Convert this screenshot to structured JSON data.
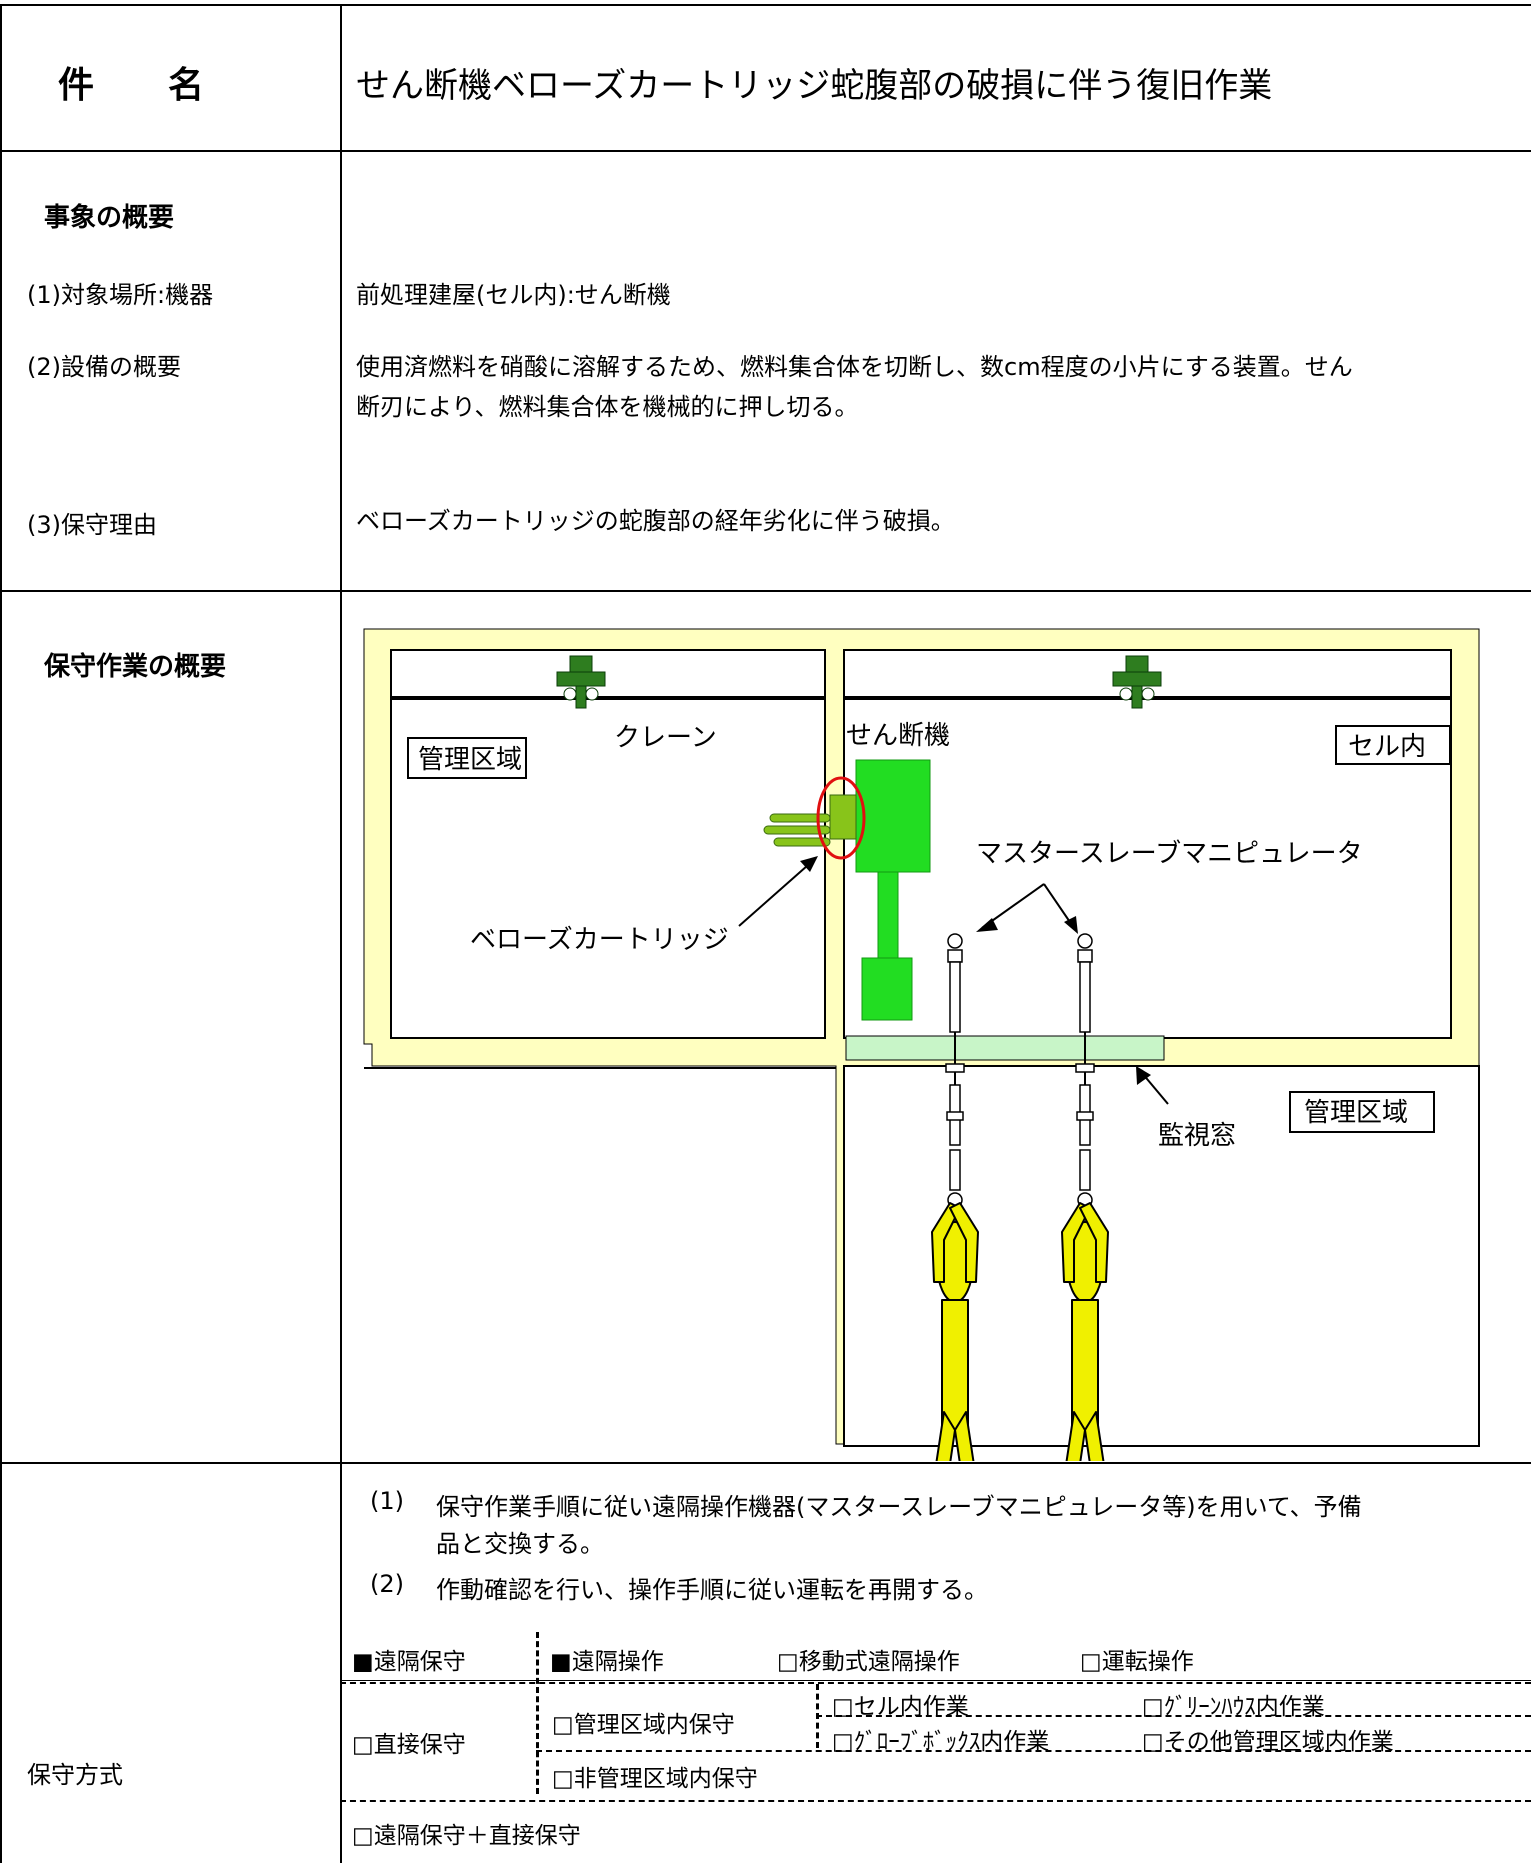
{
  "header": {
    "label_left": "件",
    "label_right": "名",
    "title": "せん断機ベローズカートリッジ蛇腹部の破損に伴う復旧作業"
  },
  "overview": {
    "heading": "事象の概要",
    "rows": [
      {
        "label": "(1)対象場所:機器",
        "value": "前処理建屋(セル内):せん断機"
      },
      {
        "label": "(2)設備の概要",
        "value_line1": "使用済燃料を硝酸に溶解するため、燃料集合体を切断し、数cm程度の小片にする装置。せん",
        "value_line2": "断刃により、燃料集合体を機械的に押し切る。"
      },
      {
        "label": "(3)保守理由",
        "value": "ベローズカートリッジの蛇腹部の経年劣化に伴う破損。"
      }
    ]
  },
  "work": {
    "heading": "保守作業の概要",
    "diagram": {
      "label_control_area_left": "管理区域",
      "label_crane": "クレーン",
      "label_shear": "せん断機",
      "label_cell": "セル内",
      "label_manipulator": "マスタースレーブマニピュレータ",
      "label_bellows": "ベローズカートリッジ",
      "label_window": "監視窓",
      "label_control_area_right": "管理区域"
    },
    "steps": [
      {
        "num": "(1)",
        "line1": "保守作業手順に従い遠隔操作機器(マスタースレーブマニピュレータ等)を用いて、予備",
        "line2": "品と交換する。"
      },
      {
        "num": "(2)",
        "line1": "作動確認を行い、操作手順に従い運転を再開する。"
      }
    ]
  },
  "method": {
    "label": "保守方式",
    "remote": "■遠隔保守",
    "remote_op": "■遠隔操作",
    "mobile_remote": "□移動式遠隔操作",
    "operation": "□運転操作",
    "direct": "□直接保守",
    "controlled_area": "□管理区域内保守",
    "in_cell": "□セル内作業",
    "green_house": "□ｸﾞﾘｰﾝﾊｳｽ内作業",
    "glove_box": "□ｸﾞﾛｰﾌﾞﾎﾞｯｸｽ内作業",
    "other_area": "□その他管理区域内作業",
    "non_controlled": "□非管理区域内保守",
    "combined": "□遠隔保守＋直接保守"
  }
}
